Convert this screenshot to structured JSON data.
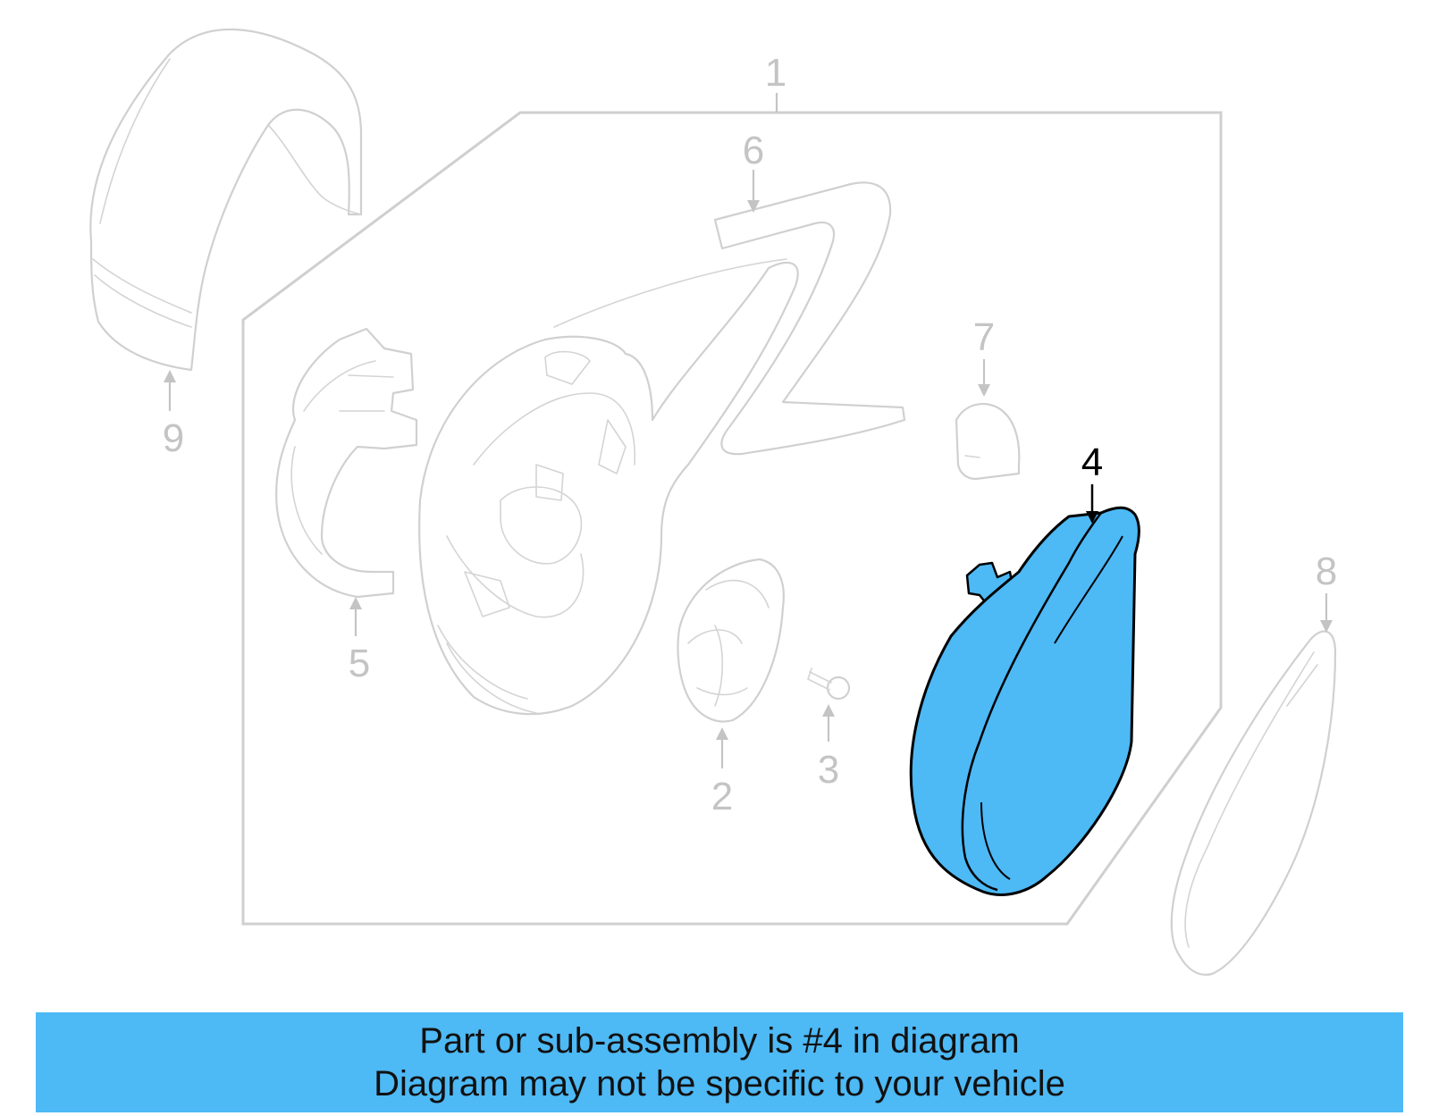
{
  "callouts": {
    "c1": "1",
    "c2": "2",
    "c3": "3",
    "c4": "4",
    "c5": "5",
    "c6": "6",
    "c7": "7",
    "c8": "8",
    "c9": "9"
  },
  "colors": {
    "highlight": "#4db9f5",
    "outline": "#d0d0d0",
    "label_gray": "#c4c4c4"
  },
  "banner": {
    "line1": "Part or sub-assembly is #4 in diagram",
    "line2": "Diagram may not be specific to your vehicle"
  }
}
